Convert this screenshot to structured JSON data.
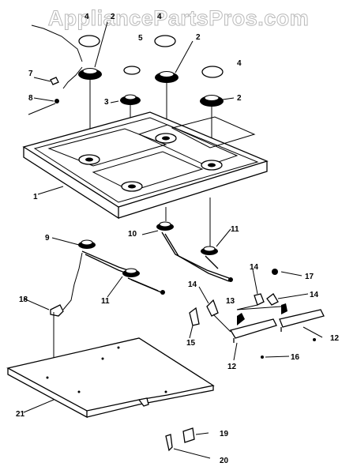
{
  "watermark": "AppliancePartsPros.com",
  "callouts": [
    "1",
    "2",
    "2",
    "2",
    "3",
    "4",
    "4",
    "4",
    "5",
    "7",
    "8",
    "9",
    "10",
    "11",
    "11",
    "12",
    "12",
    "13",
    "14",
    "14",
    "14",
    "15",
    "16",
    "17",
    "18",
    "19",
    "20",
    "21"
  ]
}
